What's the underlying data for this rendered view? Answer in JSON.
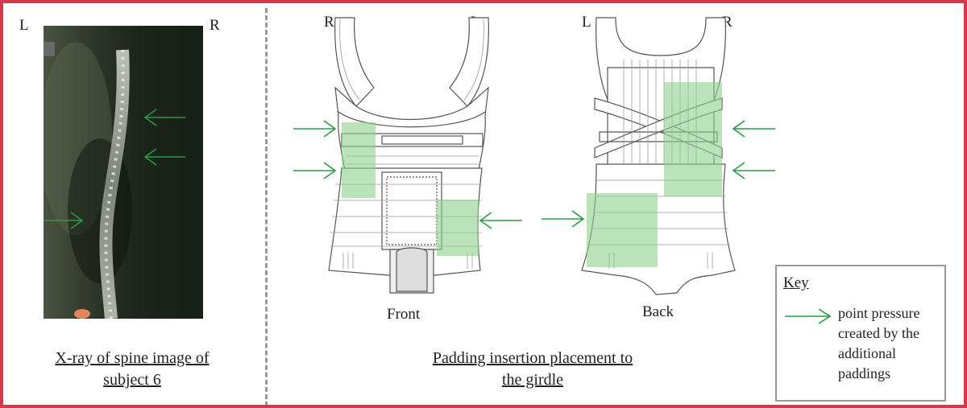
{
  "xray_panel": {
    "left_label": "L",
    "right_label": "R",
    "caption_line1": "X-ray of spine image of",
    "caption_line2": "subject 6"
  },
  "girdle_panel": {
    "front": {
      "left_label": "R",
      "right_label": "L",
      "title": "Front"
    },
    "back": {
      "left_label": "L",
      "right_label": "R",
      "title": "Back"
    },
    "caption_line1": "Padding insertion placement to",
    "caption_line2": "the girdle"
  },
  "key": {
    "title": "Key",
    "line1": "point pressure",
    "line2": "created by the",
    "line3": "additional",
    "line4": "paddings"
  },
  "colors": {
    "border": "#d4384a",
    "arrow": "#2a9a45",
    "padding": "#8fcf8c"
  }
}
